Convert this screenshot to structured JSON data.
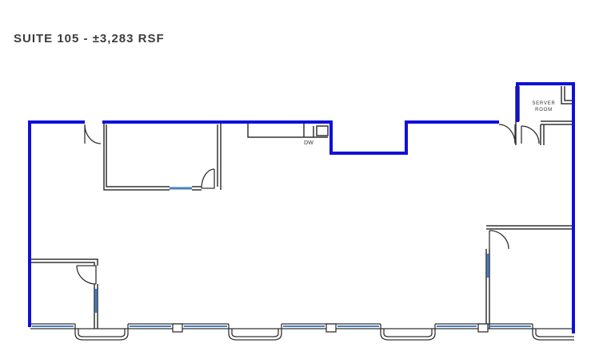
{
  "title": "SUITE 105 - ±3,283 RSF",
  "labels": {
    "server_room_line1": "SERVER",
    "server_room_line2": "ROOM",
    "dishwasher": "DW"
  },
  "colors": {
    "suite_boundary": "#1010d8",
    "walls": "#333333",
    "window_glass": "#4a7fc0",
    "title": "#3c3c3c"
  }
}
